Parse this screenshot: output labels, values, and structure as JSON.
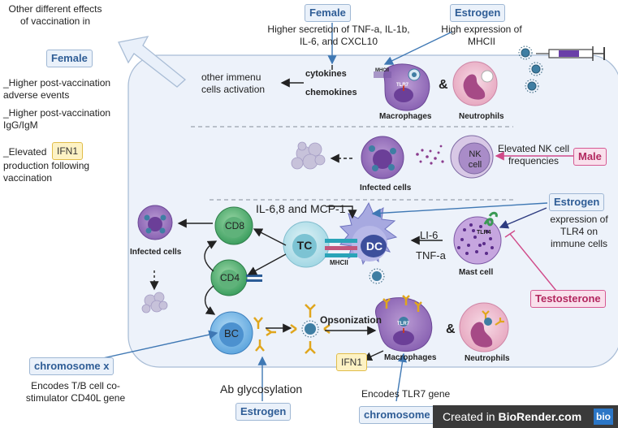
{
  "left_panel": {
    "heading": "Other different effects of vaccination in",
    "female_tag": "Female",
    "effects": [
      "_Higher post-vaccination adverse events",
      "_Higher post-vaccination IgG/IgM",
      "_Elevated",
      "production following vaccination"
    ],
    "ifn1_tag": "IFN1"
  },
  "top": {
    "female_tag": "Female",
    "female_text": "Higher  secretion of TNF-a, IL-1b, IL-6, and CXCL10",
    "estrogen_tag": "Estrogen",
    "estrogen_text": "High expression of MHCII",
    "cytokines": "cytokines",
    "chemokines": "chemokines",
    "activation": "other immenu cells activation",
    "mhcii_small": "MHCII",
    "tlr7_small": "TLR7",
    "amp": "&",
    "macrophages": "Macrophages",
    "neutrophils": "Neutrophils"
  },
  "nk_section": {
    "infected": "Infected cells",
    "nk": "NK cell",
    "nk_text": "Elevated NK cell frequencies",
    "male_tag": "Male"
  },
  "adaptive": {
    "il_text": "IL-6,8 and MCP-1",
    "estrogen_tag": "Estrogen",
    "tlr4_text": "expression of TLR4 on immune cells",
    "tlr4_small": "TLR4",
    "mast": "Mast cell",
    "testosterone_tag": "Testosterone",
    "cd8": "CD8",
    "cd4": "CD4",
    "tc": "TC",
    "dc": "DC",
    "mhcii": "MHCII",
    "li6": "LI-6",
    "tnfa": "TNF-a",
    "infected": "Infected cells",
    "bc": "BC",
    "opsonization": "Opsonization",
    "amp": "&",
    "macrophages": "Macrophages",
    "neutrophils": "Neutrophils",
    "tlr7_small": "TLR7",
    "ifn1_tag": "IFN1"
  },
  "bottom": {
    "chrx_tag": "chromosome x",
    "chrx_text": "Encodes T/B cell co-stimulator CD40L gene",
    "ab_glyco": "Ab glycosylation",
    "estrogen_tag": "Estrogen",
    "tlr7_gene": "Encodes TLR7 gene",
    "chrx_tag2": "chromosome x"
  },
  "footer": {
    "created_in": "Created in ",
    "brand": "BioRender.com",
    "logo": "bio"
  }
}
